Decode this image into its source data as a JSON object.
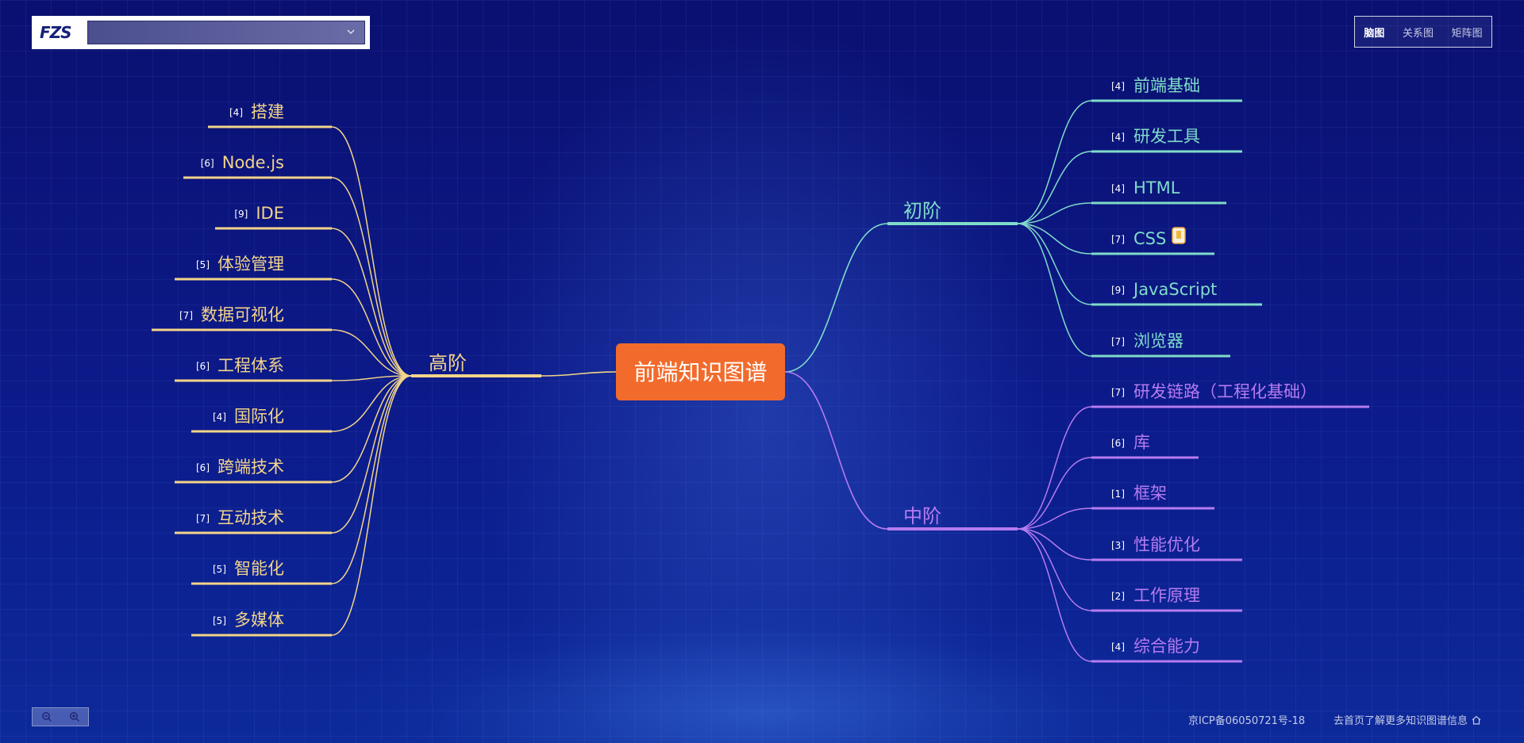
{
  "header": {
    "logo_text": "FZS",
    "map_select_value": ""
  },
  "view_tabs": [
    "脑图",
    "关系图",
    "矩阵图"
  ],
  "center": {
    "label": "前端知识图谱",
    "color": "#f26b2c"
  },
  "branches": {
    "advanced": {
      "label": "高阶",
      "color": "#f2d48a",
      "children": [
        {
          "label": "搭建",
          "count": "[4]"
        },
        {
          "label": "Node.js",
          "count": "[6]"
        },
        {
          "label": "IDE",
          "count": "[9]"
        },
        {
          "label": "体验管理",
          "count": "[5]"
        },
        {
          "label": "数据可视化",
          "count": "[7]"
        },
        {
          "label": "工程体系",
          "count": "[6]"
        },
        {
          "label": "国际化",
          "count": "[4]"
        },
        {
          "label": "跨端技术",
          "count": "[6]"
        },
        {
          "label": "互动技术",
          "count": "[7]"
        },
        {
          "label": "智能化",
          "count": "[5]"
        },
        {
          "label": "多媒体",
          "count": "[5]"
        }
      ]
    },
    "beginner": {
      "label": "初阶",
      "color": "#7fdcc9",
      "children": [
        {
          "label": "前端基础",
          "count": "[4]"
        },
        {
          "label": "研发工具",
          "count": "[4]"
        },
        {
          "label": "HTML",
          "count": "[4]"
        },
        {
          "label": "CSS",
          "count": "[7]",
          "has_note": true
        },
        {
          "label": "JavaScript",
          "count": "[9]"
        },
        {
          "label": "浏览器",
          "count": "[7]"
        }
      ]
    },
    "intermediate": {
      "label": "中阶",
      "color": "#b57bf0",
      "children": [
        {
          "label": "研发链路（工程化基础）",
          "count": "[7]"
        },
        {
          "label": "库",
          "count": "[6]"
        },
        {
          "label": "框架",
          "count": "[1]"
        },
        {
          "label": "性能优化",
          "count": "[3]"
        },
        {
          "label": "工作原理",
          "count": "[2]"
        },
        {
          "label": "综合能力",
          "count": "[4]"
        }
      ]
    }
  },
  "zoom": {
    "out_icon": "zoom-out-icon",
    "in_icon": "zoom-in-icon"
  },
  "footer": {
    "icp": "京ICP备06050721号-18",
    "more": "去首页了解更多知识图谱信息"
  }
}
